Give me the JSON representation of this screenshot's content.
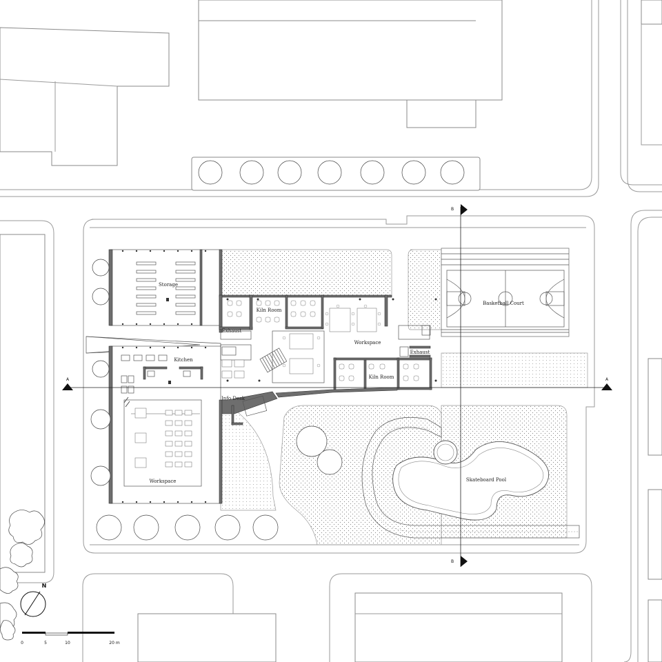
{
  "labels": {
    "storage": "Storage",
    "kiln_room_top": "Kiln Room",
    "kiln_room_bottom": "Kiln Room",
    "exhaust_left": "Exhaust",
    "exhaust_right": "Exhaust",
    "workspace_center": "Workspace",
    "workspace_left": "Workspace",
    "kitchen": "Kitchen",
    "info_desk": "Info Desk",
    "basketball_court": "Basketball Court",
    "skateboard_pool": "Skateboard Pool"
  },
  "section_markers": {
    "a_left": "A",
    "a_right": "A",
    "b_top": "B",
    "b_bottom": "B"
  },
  "north": {
    "label": "N"
  },
  "scale_bar": {
    "ticks": [
      "0",
      "5",
      "10",
      "20 m"
    ]
  },
  "colors": {
    "wall": "#6e6e6e",
    "context_line": "#9a9a9a",
    "section_line": "#111111"
  }
}
